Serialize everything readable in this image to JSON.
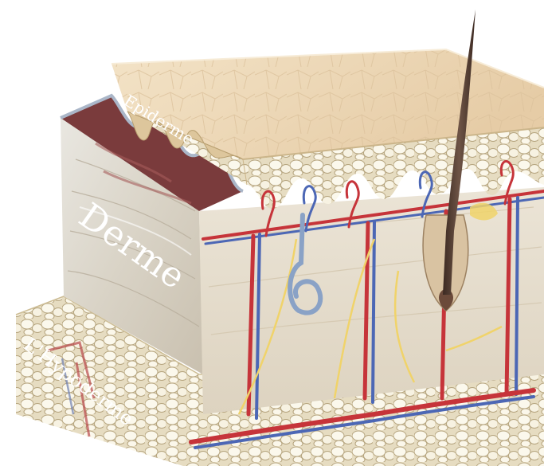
{
  "labels": {
    "epidermis": "Epiderme",
    "dermis": "Derme",
    "hypodermis": "L'Hypoderme"
  }
}
